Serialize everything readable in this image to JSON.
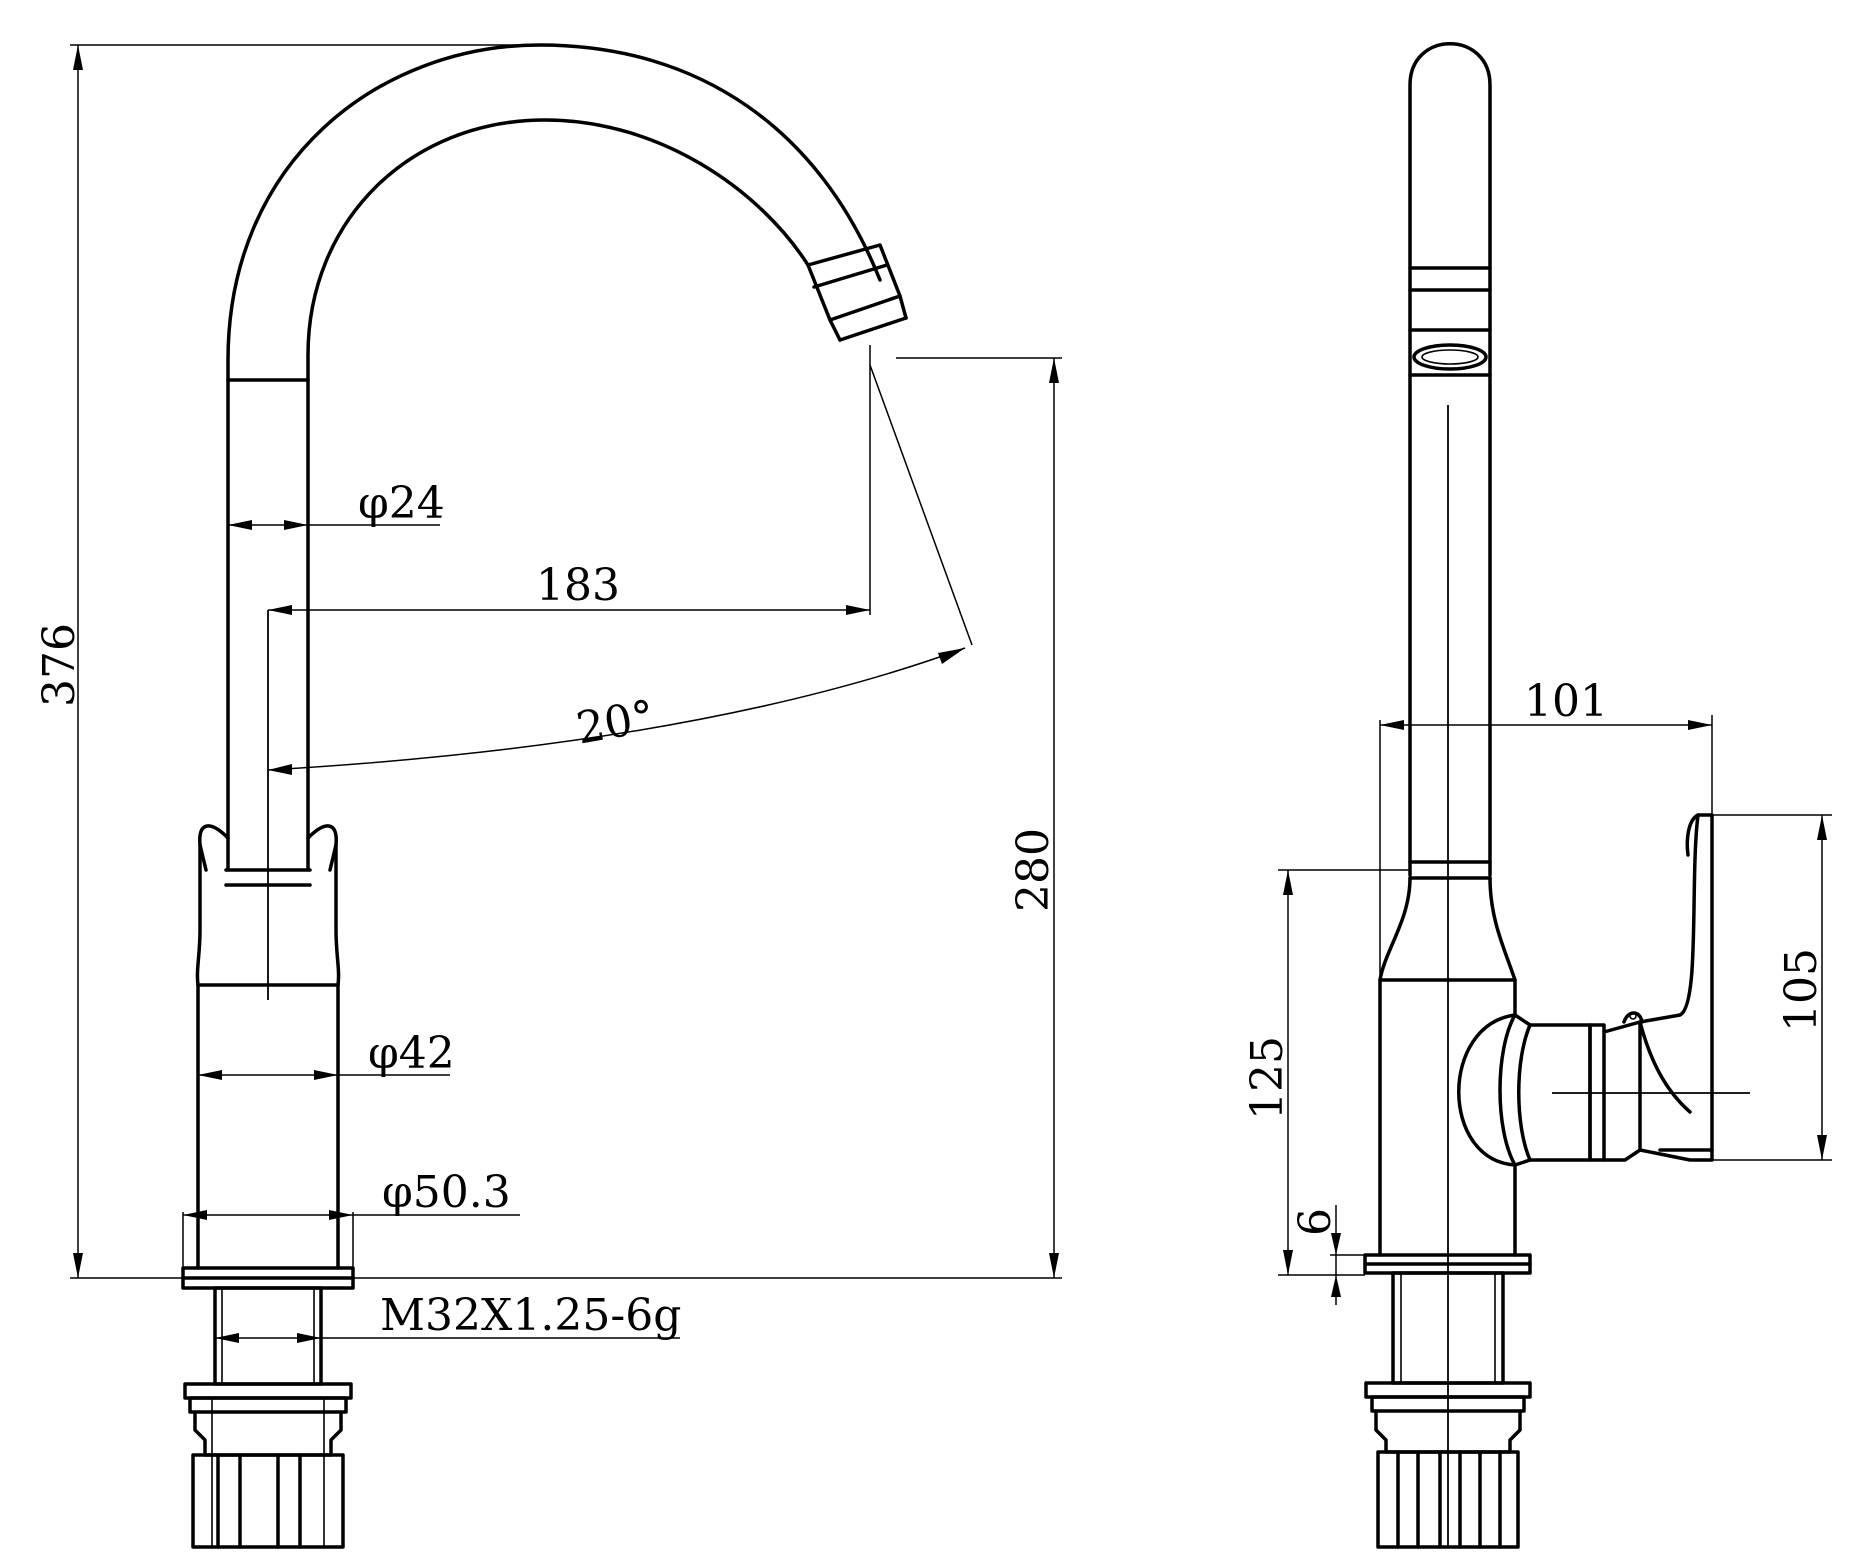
{
  "dimensions": {
    "overall_height": "376",
    "spout_tube_diameter": "φ24",
    "spout_reach": "183",
    "swivel_angle": "20°",
    "outlet_height": "280",
    "body_diameter": "φ42",
    "base_diameter": "φ50.3",
    "thread_spec": "M32X1.25-6g",
    "side_depth": "101",
    "handle_height": "105",
    "body_height": "125",
    "base_thickness": "6"
  },
  "colors": {
    "line": "#000000",
    "background": "#ffffff"
  }
}
